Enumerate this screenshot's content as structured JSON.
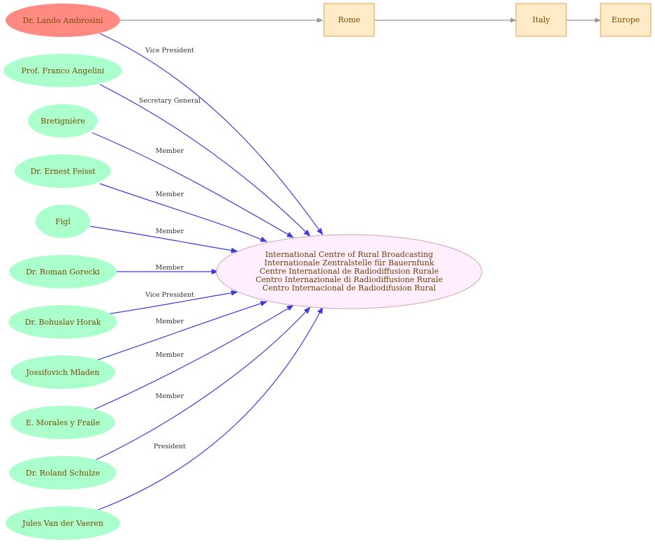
{
  "colors": {
    "person_highlight": "#ff8a84",
    "person": "#aaffcc",
    "place_fill": "#ffebc8",
    "place_stroke": "#d9a550",
    "center_fill": "#ffeefd",
    "center_stroke": "#d9a0a8",
    "membership_edge": "#3b3be0",
    "location_edge": "#999999"
  },
  "center": {
    "lines": [
      "International Centre of Rural Broadcasting",
      "Internationale Zentralstelle für Bauernfunk",
      "Centre International de Radiodiffusion Rurale",
      "Centro Internazionale di Radiodiffusione Rurale",
      "Centro Internacional de Radiodifusion Rural"
    ]
  },
  "people": [
    {
      "name": "Dr. Lando Ambrosini",
      "role": "Vice President",
      "highlight": true
    },
    {
      "name": "Prof. Franco Angelini",
      "role": "Secretary General"
    },
    {
      "name": "Bretignière",
      "role": "Member"
    },
    {
      "name": "Dr. Ernest Feisst",
      "role": "Member"
    },
    {
      "name": "Figl",
      "role": "Member"
    },
    {
      "name": "Dr. Roman Gorecki",
      "role": "Member"
    },
    {
      "name": "Dr. Bohuslav Horak",
      "role": "Vice President"
    },
    {
      "name": "Jossifovich Mladen",
      "role": "Member"
    },
    {
      "name": "E. Morales y Fraile",
      "role": "Member"
    },
    {
      "name": "Dr. Roland Schulze",
      "role": "Member"
    },
    {
      "name": "Jules Van der Vaeren",
      "role": "President"
    }
  ],
  "places": [
    "Rome",
    "Italy",
    "Europe"
  ]
}
